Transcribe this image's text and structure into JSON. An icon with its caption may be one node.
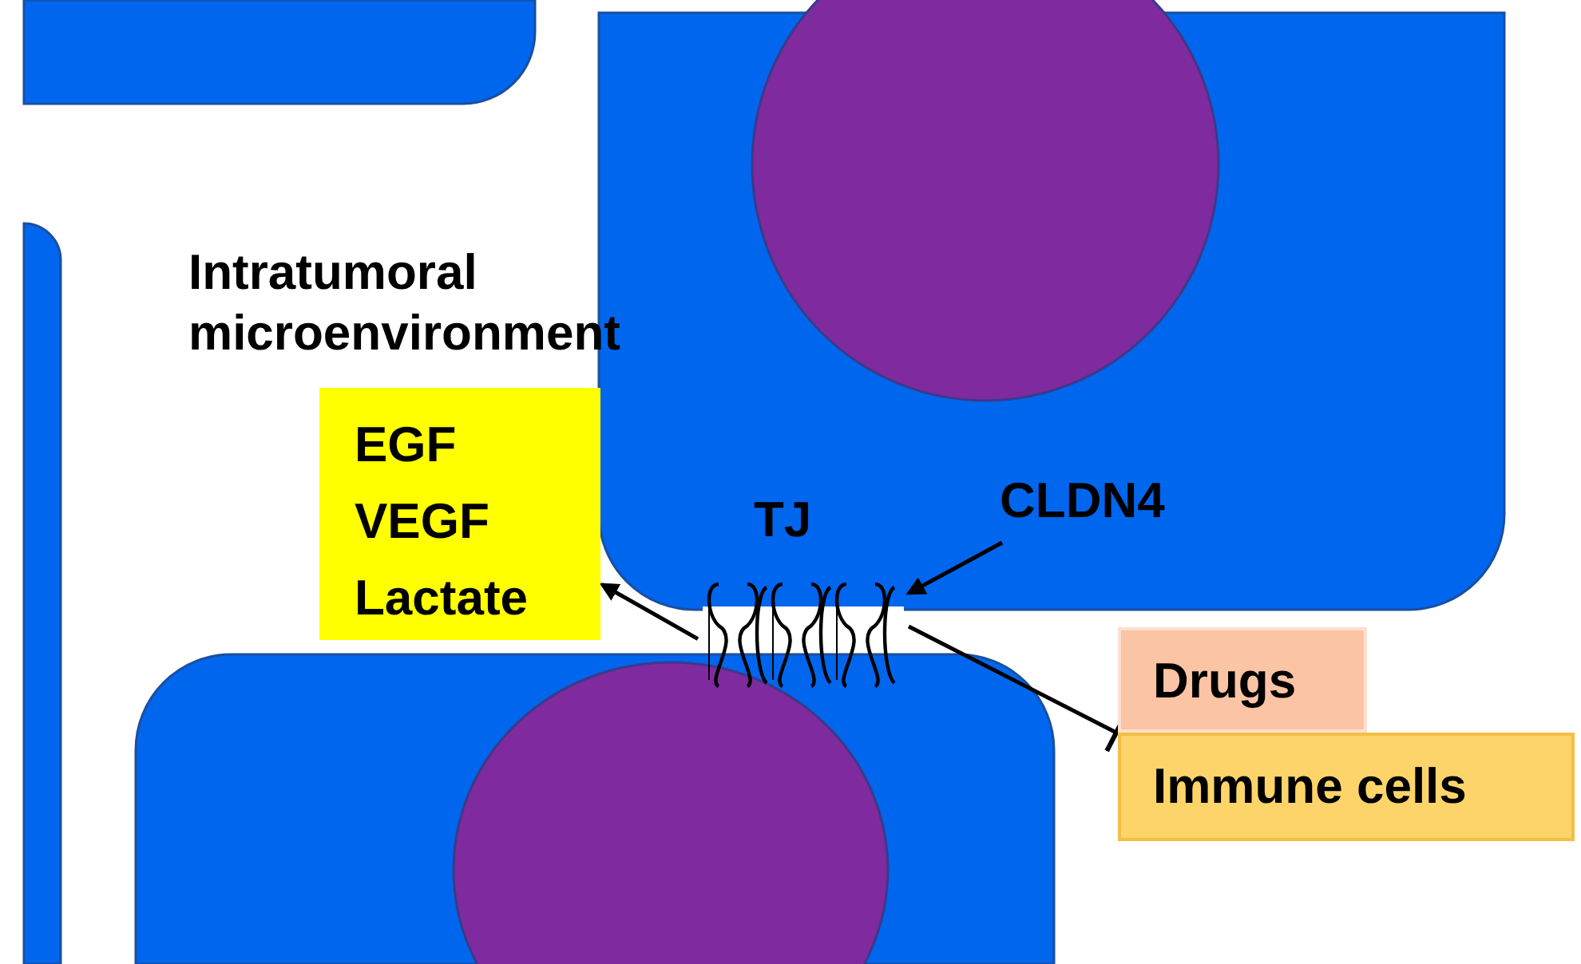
{
  "diagram": {
    "nodes": [
      {
        "text": [
          "EGF",
          "VEGF",
          "Lactate"
        ]
      },
      {
        "text": [
          "TJ"
        ]
      },
      {
        "text": [
          "CLDN4"
        ]
      },
      {
        "text": [
          "Drugs"
        ]
      },
      {
        "text": [
          "Immune cells"
        ]
      }
    ],
    "edges": [
      {
        "from": 1,
        "to": 0,
        "arrow": "to"
      },
      {
        "from": 2,
        "to": 1,
        "arrow": "to"
      },
      {
        "from": 1,
        "to": 3,
        "arrow": "other"
      },
      {
        "from": 1,
        "to": 4,
        "arrow": "other"
      }
    ],
    "labels": [
      "Intratumoral microenvironment"
    ]
  }
}
